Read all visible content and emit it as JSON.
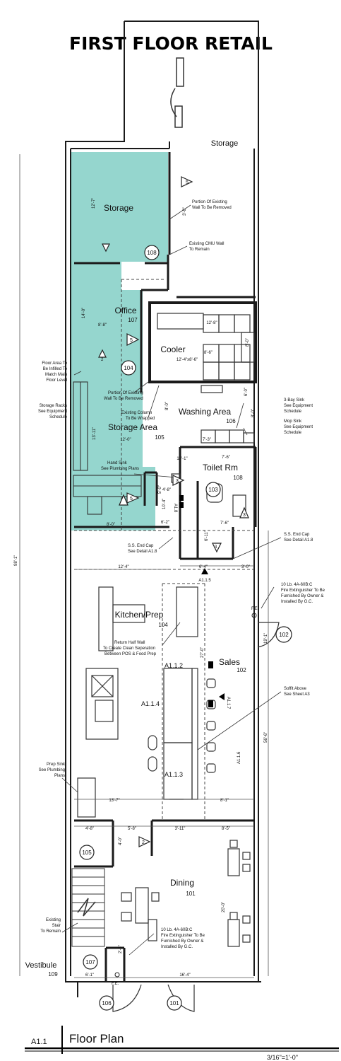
{
  "title": "FIRST FLOOR RETAIL",
  "sheet": {
    "number": "A1.1",
    "name": "Floor Plan",
    "scale": "3/16\"=1'-0\""
  },
  "colors": {
    "infill": "#83cfc6",
    "wall": "#1a1a1a",
    "line": "#333333"
  },
  "rooms": {
    "storage_top": {
      "name": "Storage"
    },
    "storage": {
      "name": "Storage",
      "num": "108"
    },
    "office": {
      "name": "Office",
      "num": "107"
    },
    "cooler": {
      "name": "Cooler",
      "dim": "12'-4\"x8'-6\""
    },
    "washing": {
      "name": "Washing Area",
      "num": "106"
    },
    "storage_area": {
      "name": "Storage Area",
      "num": "105"
    },
    "toilet": {
      "name": "Toilet Rm",
      "num": "108"
    },
    "kitchen": {
      "name": "Kitchen/Prep",
      "num": "104"
    },
    "sales": {
      "name": "Sales",
      "num": "102"
    },
    "dining": {
      "name": "Dining",
      "num": "101"
    },
    "vestibule": {
      "name": "Vestibule",
      "num": "109"
    }
  },
  "tags": {
    "t104": "104",
    "t103": "103",
    "t102": "102",
    "t101": "101",
    "t106": "106",
    "t105": "105",
    "t107": "107",
    "t108": "108"
  },
  "refs": {
    "a112": "A1.1.2",
    "a114": "A1.1.4",
    "a113": "A1.1.3",
    "a115": "A1.1.5",
    "a117": "A1.1.7",
    "a116": "A1.1.6",
    "a18": "A1.8"
  },
  "notes": {
    "wall_removed_1": [
      "Portion Of Existing",
      "Wall To Be Removed"
    ],
    "cmu_wall": [
      "Existing CMU Wall",
      "To Remain"
    ],
    "infill": [
      "Floor Area To",
      "Be Infilled To",
      "Match Main",
      "Floor Level"
    ],
    "wall_removed_2": [
      "Portion Of Existing",
      "Wall To Be Removed"
    ],
    "storage_racks": [
      "Storage Racks",
      "See Equipment",
      "Schedule"
    ],
    "column": [
      "Existing Column",
      "To Be Wrapped"
    ],
    "three_bay": [
      "3-Bay Sink",
      "See Equipment",
      "Schedule"
    ],
    "mop_sink": [
      "Mop Sink",
      "See Equipment",
      "Schedule"
    ],
    "hand_sink": [
      "Hand Sink",
      "See Plumbing Plans"
    ],
    "ss_end_cap_1": [
      "S.S. End Cap",
      "See Detail A1.8"
    ],
    "ss_end_cap_2": [
      "S.S. End Cap",
      "See Detail A1.8"
    ],
    "fire_ext_1": [
      "10 Lb. 4A-60B:C",
      "Fire Extinguisher To Be",
      "Furnished By Owner &",
      "Installed By G.C."
    ],
    "half_wall": [
      "Return Half Wall",
      "To Create Clean Seperation",
      "Between POS & Food Prep"
    ],
    "soffit": [
      "Soffit Above",
      "See Sheet A3"
    ],
    "prep_sink": [
      "Prep Sink",
      "See Plumbing",
      "Plans"
    ],
    "stair": [
      "Existing",
      "Stair",
      "To Remain"
    ],
    "fire_ext_2": [
      "10 Lb. 4A-60B:C",
      "Fire Extinguisher To Be",
      "Furnished By Owner &",
      "Installed By G.C."
    ]
  },
  "dims": {
    "d1": "12'-7\"",
    "d2": "3'-0\"",
    "d3": "14'-0\"",
    "d4": "8'-8\"",
    "d5": "12'-8\"",
    "d6": "8'-0\"",
    "d7": "8'-0\"",
    "d8": "13'-11\"",
    "d9": "12'-0\"",
    "d10": "7'-3\"",
    "d11": "7'-6\"",
    "d12": "6'-0\"",
    "d13": "4'-8\"",
    "d14": "10'-1\"",
    "d15": "8'-0\"",
    "d16": "6'-2\"",
    "d17": "7'-6\"",
    "d18": "6'-11\"",
    "d19": "12'-4\"",
    "d20": "6'-4\"",
    "d21": "3'-0\"",
    "d22": "98'-1\"",
    "d23": "19'-1\"",
    "d24": "27'-0\"",
    "d25": "56'-6\"",
    "d26": "13'-7\"",
    "d27": "8'-1\"",
    "d28": "4'-8\"",
    "d29": "5'-8\"",
    "d30": "3'-11\"",
    "d31": "8'-5\"",
    "d32": "4'-0\"",
    "d33": "20'-0\"",
    "d34": "6'-1\"",
    "d35": "16'-4\"",
    "d36": "5'-0\"",
    "d37": "10'-4\"",
    "d38": "8'-6\"",
    "d39": "8'-0\"",
    "d40": "2'-5\""
  },
  "fe": "F.E.",
  "marker_nums": {
    "m5a": "5",
    "m5b": "5",
    "m5c": "5",
    "m3a": "3",
    "m3b": "3",
    "m3c": "3",
    "m2a": "2",
    "m2b": "2"
  }
}
